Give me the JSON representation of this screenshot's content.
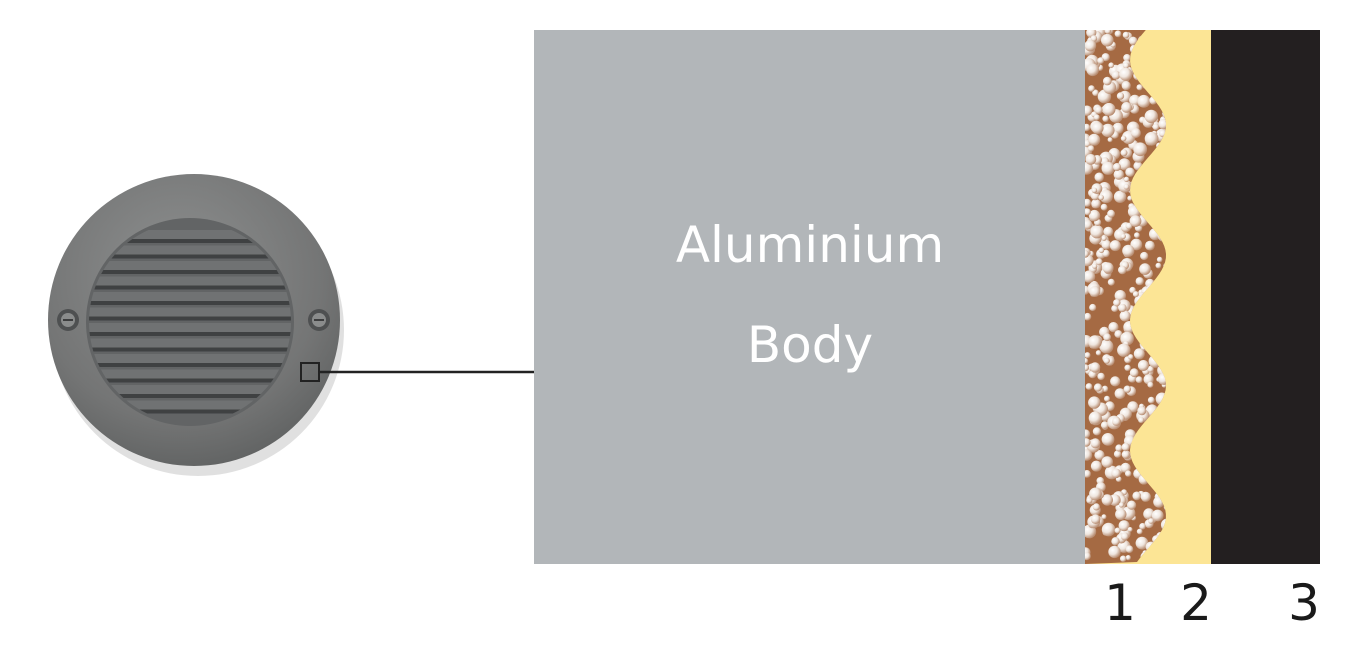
{
  "body_label_line1": "Aluminium",
  "body_label_line2": "Body",
  "layer_numbers": [
    "1",
    "2",
    "3"
  ],
  "icons": {
    "fixture": "round-louvred-light-fixture-icon",
    "screw": "screw-icon",
    "bubbles": "textured-primer-layer"
  },
  "colors": {
    "aluminium_body": "#b2b6b9",
    "layer1_base": "#a56a43",
    "layer2": "#fce595",
    "layer3": "#231f20",
    "arrow": "#222222",
    "fixture_rim": "#747575",
    "fixture_louvre": "#5a5b5c"
  }
}
